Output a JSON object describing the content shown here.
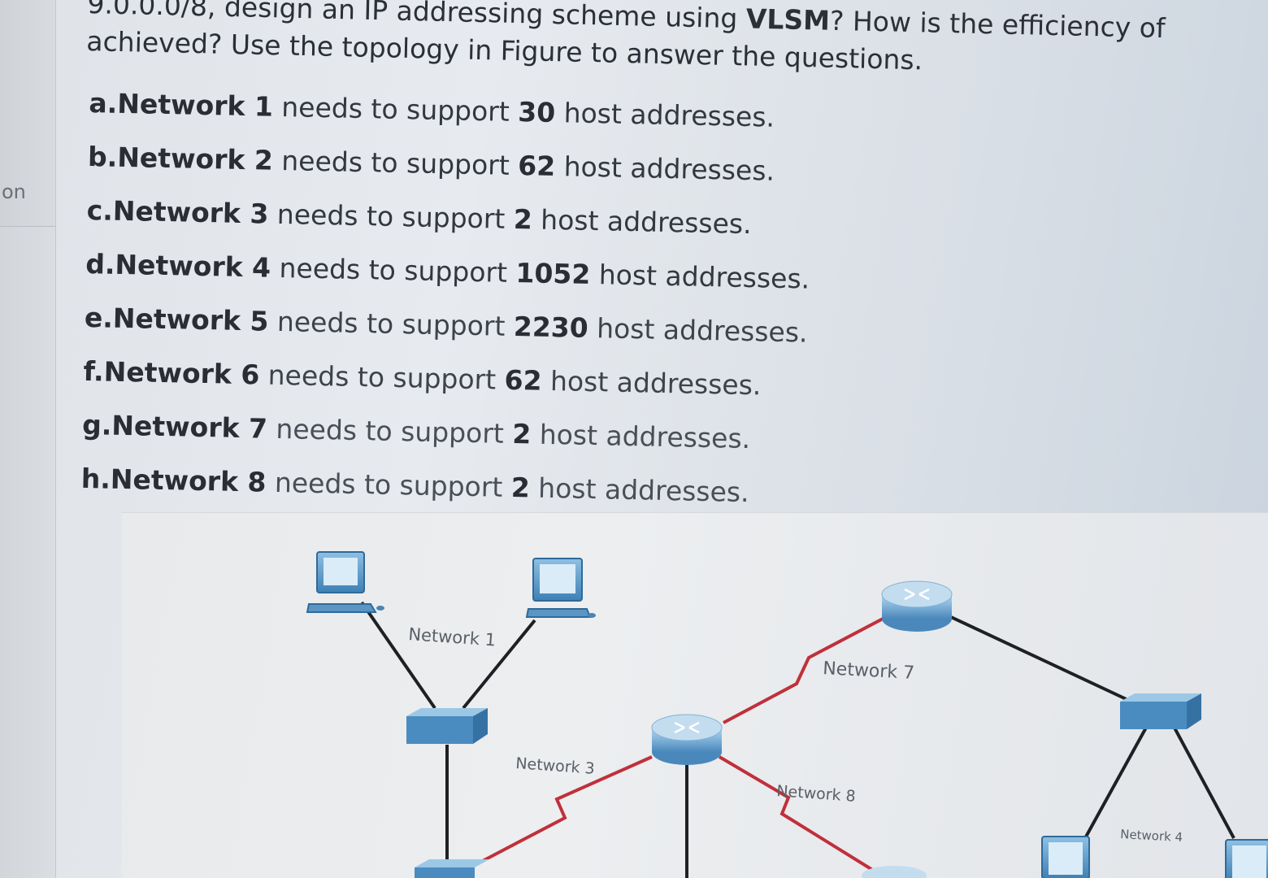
{
  "sidebar": {
    "label": "on"
  },
  "question": {
    "prefix": "9.0.0.0/8, design an IP addressing scheme using ",
    "keyword": "VLSM",
    "suffix": "? How is the efficiency of",
    "line2": "achieved? Use the topology in Figure to answer the questions."
  },
  "requirements": [
    {
      "letter": "a.",
      "network": "Network 1",
      "mid": " needs to support ",
      "hosts": "30",
      "tail": " host addresses."
    },
    {
      "letter": "b.",
      "network": "Network 2",
      "mid": " needs to support ",
      "hosts": "62",
      "tail": " host addresses."
    },
    {
      "letter": "c.",
      "network": "Network 3",
      "mid": " needs to support ",
      "hosts": "2",
      "tail": " host addresses."
    },
    {
      "letter": "d.",
      "network": "Network 4",
      "mid": " needs to support ",
      "hosts": "1052",
      "tail": " host addresses."
    },
    {
      "letter": "e.",
      "network": "Network 5",
      "mid": " needs to support ",
      "hosts": "2230",
      "tail": " host addresses."
    },
    {
      "letter": "f.",
      "network": "Network 6",
      "mid": " needs to support ",
      "hosts": "62",
      "tail": " host addresses."
    },
    {
      "letter": "g.",
      "network": "Network 7",
      "mid": " needs to support ",
      "hosts": "2",
      "tail": " host addresses."
    },
    {
      "letter": "h.",
      "network": "Network 8",
      "mid": " needs to support ",
      "hosts": "2",
      "tail": " host addresses."
    }
  ],
  "topology": {
    "labels": {
      "net1": "Network 1",
      "net3": "Network 3",
      "net7": "Network 7",
      "net8": "Network 8",
      "net4": "Network 4"
    },
    "colors": {
      "ethernet": "#1e2124",
      "serial": "#c0303a",
      "device": "#5f9fcf",
      "device_dark": "#3d7fb3"
    }
  }
}
